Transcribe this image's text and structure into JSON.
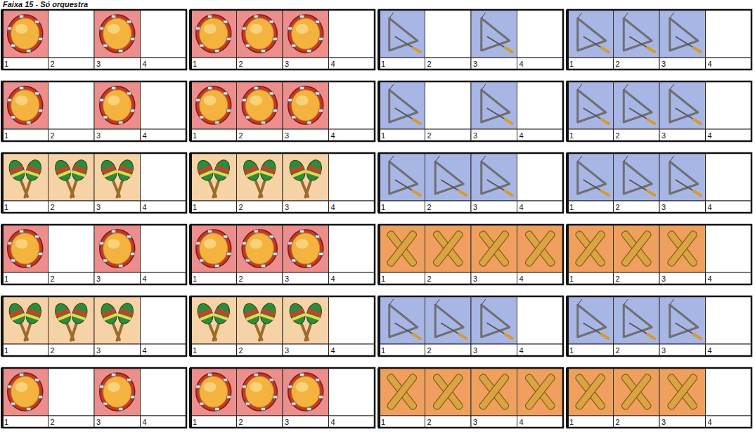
{
  "diagram": {
    "title": "Faixa 15 - Só orquestra",
    "labels": [
      "1",
      "2",
      "3",
      "4",
      "1",
      "2",
      "3",
      "4",
      "1",
      "2",
      "3",
      "4",
      "1",
      "2",
      "3",
      "4",
      "1",
      "2",
      "3",
      "4",
      "1",
      "2",
      "3",
      "4",
      "1",
      "2",
      "3",
      "4",
      "1",
      "2",
      "3",
      "4",
      "1",
      "2",
      "3",
      "4",
      "1",
      "2",
      "3",
      "4",
      "1",
      "2",
      "3",
      "4",
      "1",
      "2",
      "3",
      "4",
      "1",
      "2",
      "3",
      "4",
      "1",
      "2",
      "3",
      "4",
      "1",
      "2",
      "3",
      "4",
      "1",
      "2",
      "3",
      "4",
      "1",
      "2",
      "3",
      "4",
      "1",
      "2",
      "3",
      "4",
      "1",
      "2",
      "3",
      "4",
      "1",
      "2",
      "3",
      "4",
      "1",
      "2",
      "3",
      "4",
      "1",
      "2",
      "3",
      "4",
      "1",
      "2",
      "3",
      "4",
      "1",
      "2",
      "3",
      "4"
    ]
  }
}
